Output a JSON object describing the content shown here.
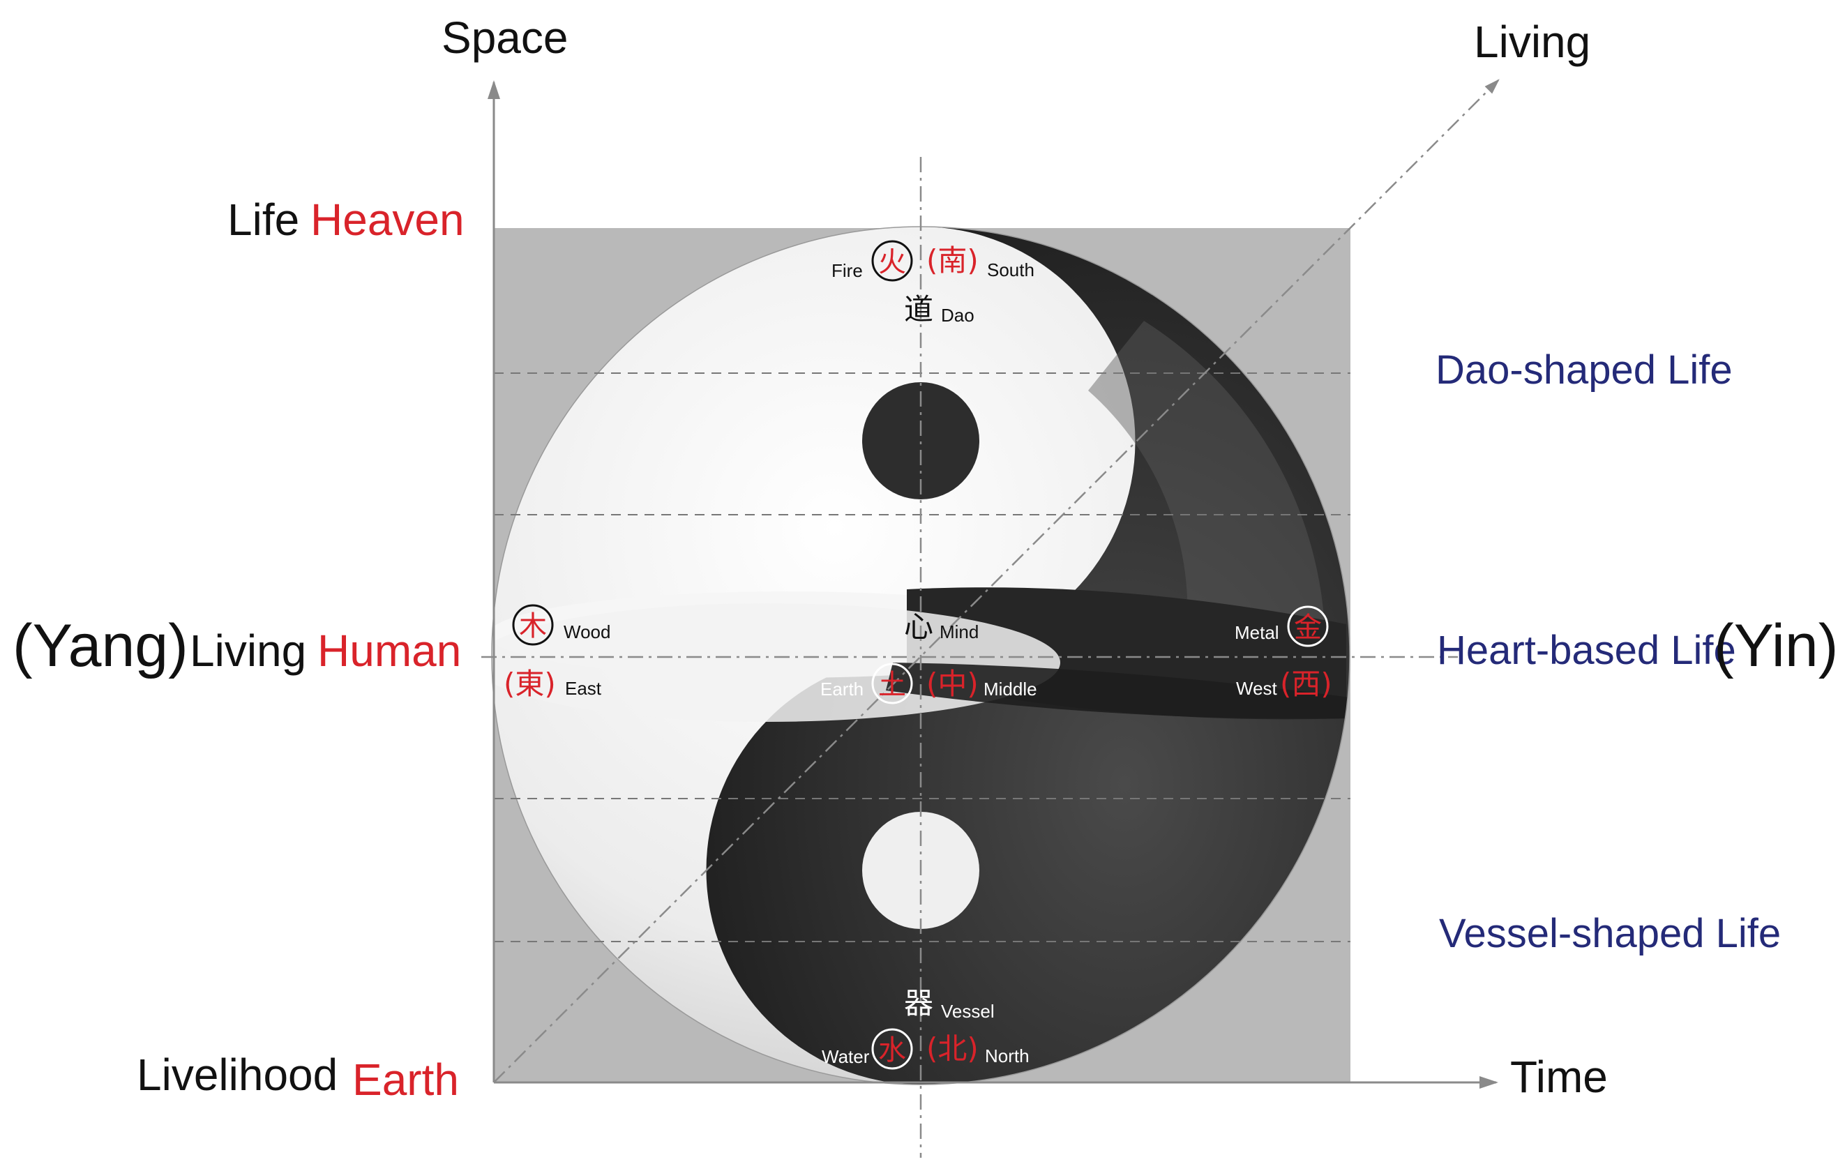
{
  "colors": {
    "accent_red": "#d9232a",
    "navy": "#242a78",
    "panel": "#b7b7b7",
    "yin": "#2a2a2a",
    "yang": "#f1f1f1"
  },
  "axes": {
    "space": "Space",
    "living": "Living",
    "time": "Time"
  },
  "left_labels": {
    "life": "Life",
    "heaven": "Heaven",
    "yang": "(Yang)",
    "living": "Living",
    "human": "Human",
    "livelihood": "Livelihood",
    "earth": "Earth"
  },
  "right_labels": {
    "dao_life": "Dao-shaped Life",
    "heart_life": "Heart-based Life",
    "yin": "(Yin)",
    "vessel_life": "Vessel-shaped Life"
  },
  "elements": {
    "fire": {
      "char": "火",
      "en": "Fire"
    },
    "wood": {
      "char": "木",
      "en": "Wood"
    },
    "earth": {
      "char": "土",
      "en": "Earth"
    },
    "metal": {
      "char": "金",
      "en": "Metal"
    },
    "water": {
      "char": "水",
      "en": "Water"
    }
  },
  "directions": {
    "south": {
      "char": "(南)",
      "en": "South"
    },
    "east": {
      "char": "(東)",
      "en": "East"
    },
    "middle": {
      "char": "(中)",
      "en": "Middle"
    },
    "west": {
      "char": "(西)",
      "en": "West"
    },
    "north": {
      "char": "(北)",
      "en": "North"
    }
  },
  "concepts": {
    "dao": {
      "char": "道",
      "en": "Dao"
    },
    "mind": {
      "char": "心",
      "en": "Mind"
    },
    "vessel": {
      "char": "器",
      "en": "Vessel"
    }
  }
}
